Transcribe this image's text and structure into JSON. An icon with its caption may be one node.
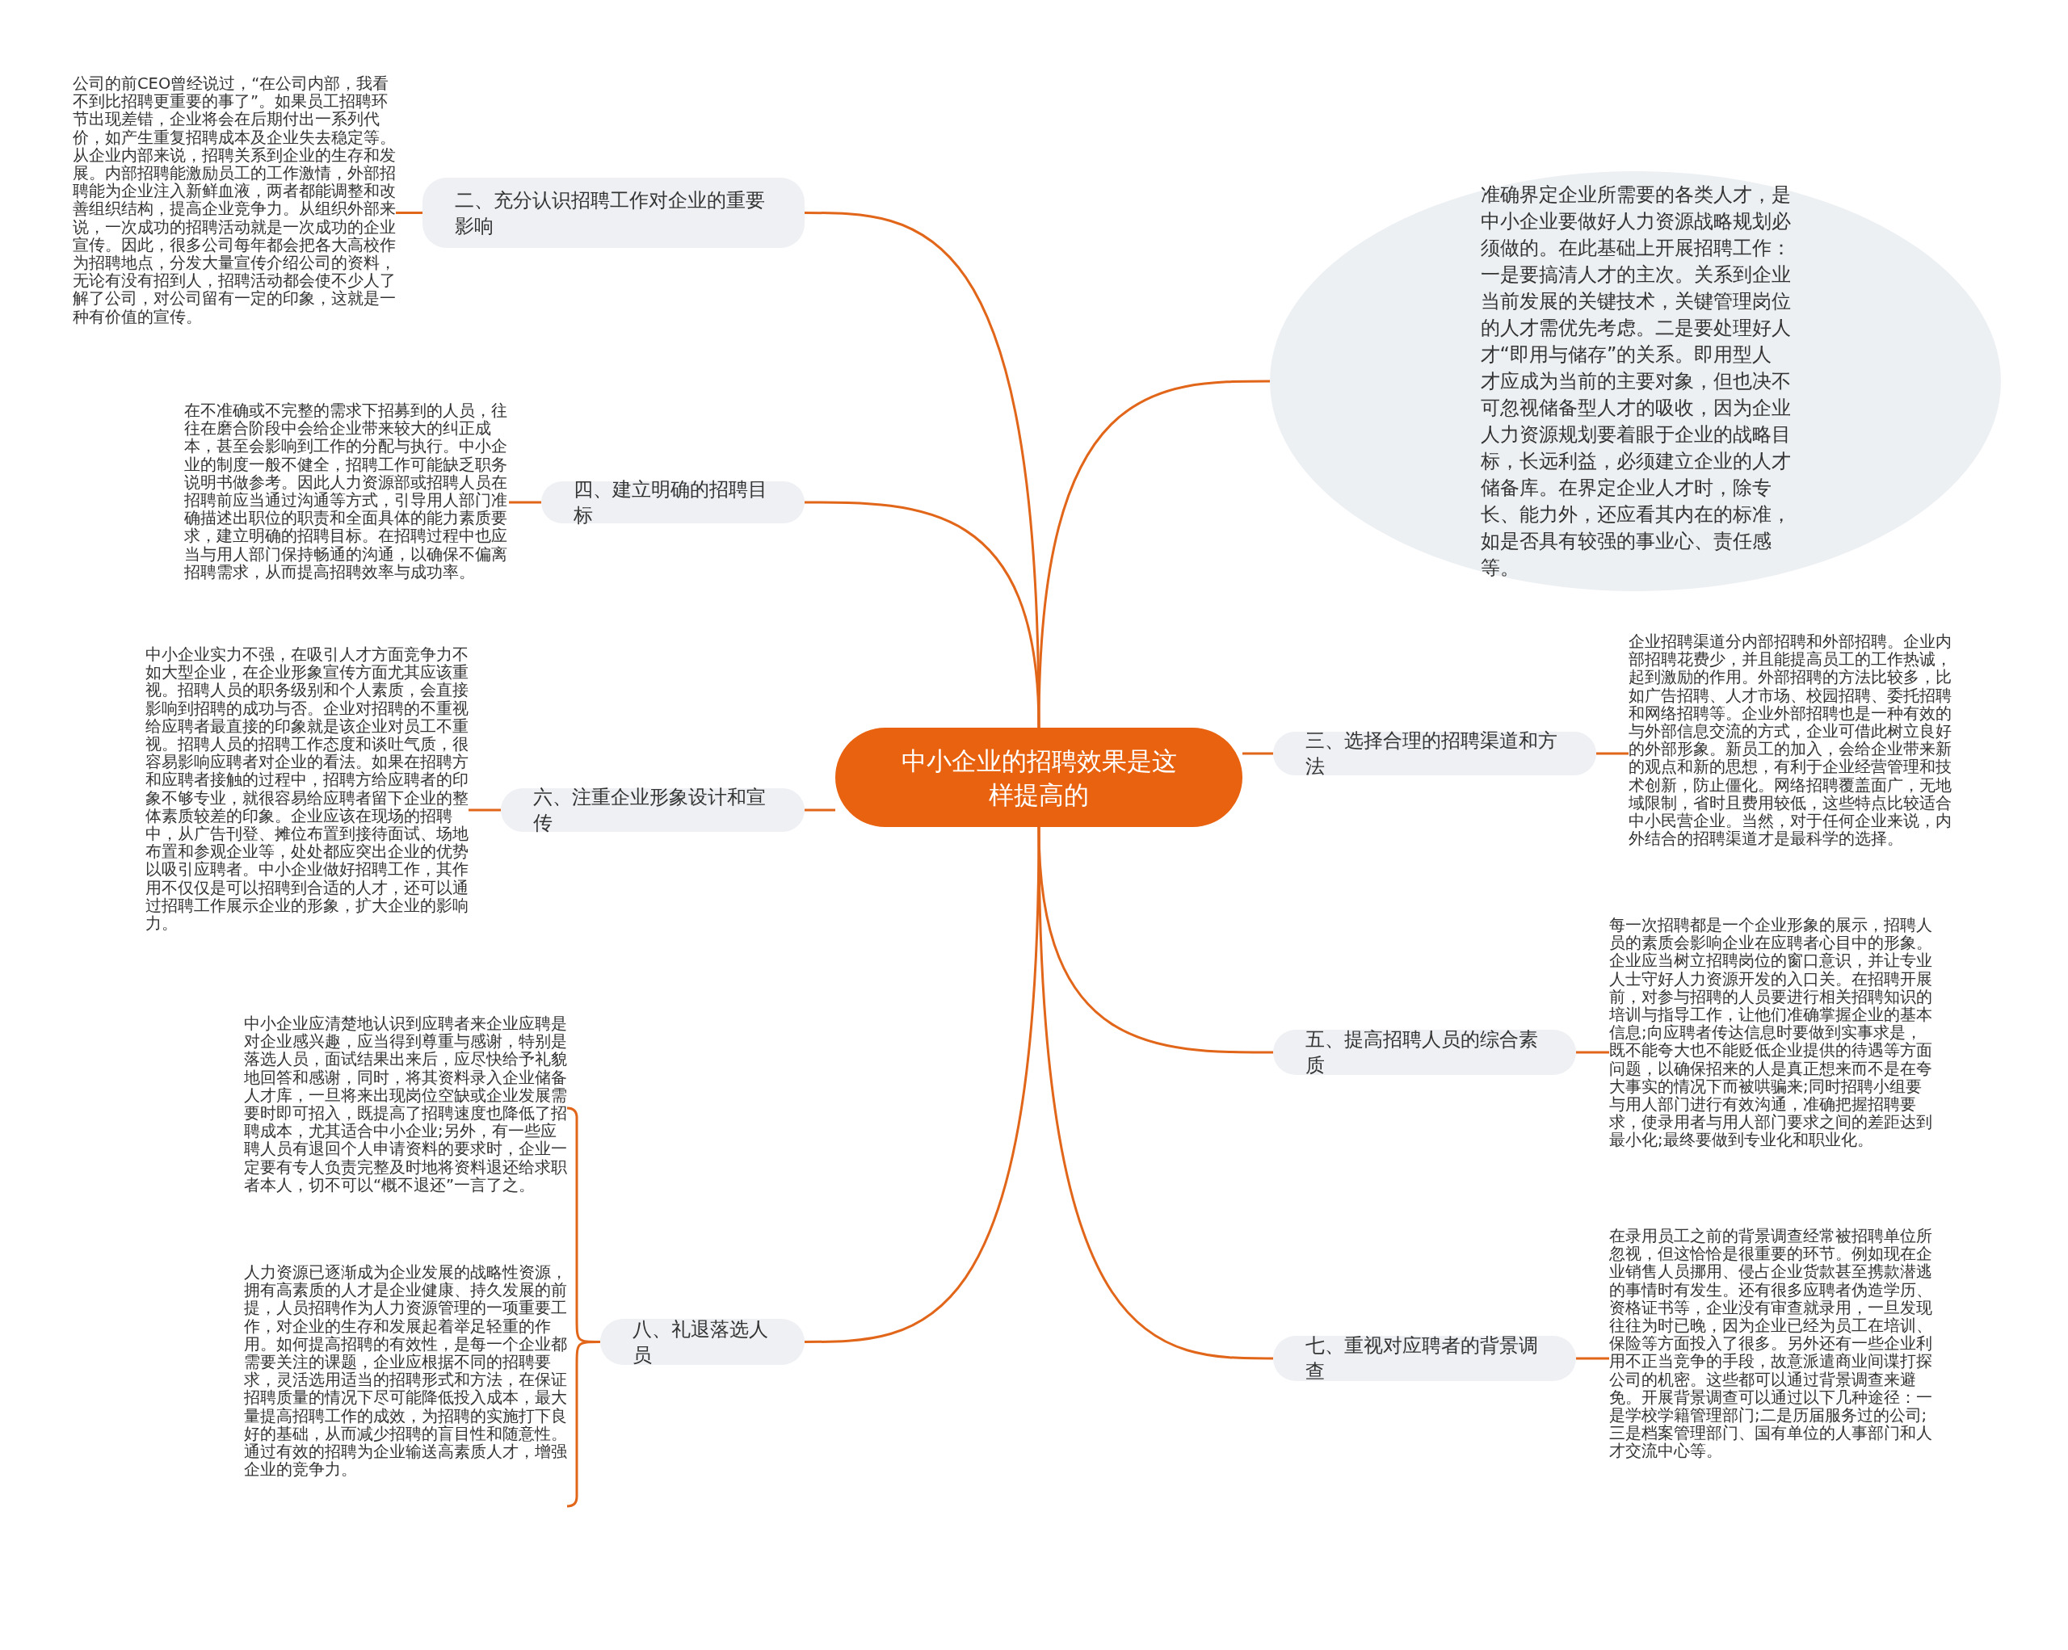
{
  "diagram": {
    "nodes": [
      {
        "text": [
          "中小企业的招聘效果是这样提高的"
        ]
      },
      {
        "text": [
          "二、充分认识招聘工作对企业的重要影响"
        ]
      },
      {
        "text": [
          "公司的前CEO曾经说过，“在公司内部，我看不到比招聘更重要的事了”。如果员工招聘环节出现差错，企业将会在后期付出一系列代价，如产生重复招聘成本及企业失去稳定等。从企业内部来说，招聘关系到企业的生存和发展。内部招聘能激励员工的工作激情，外部招聘能为企业注入新鲜血液，两者都能调整和改善组织结构，提高企业竞争力。从组织外部来说，一次成功的招聘活动就是一次成功的企业宣传。因此，很多公司每年都会把各大高校作为招聘地点，分发大量宣传介绍公司的资料，无论有没有招到人，招聘活动都会使不少人了解了公司，对公司留有一定的印象，这就是一种有价值的宣传。"
        ]
      },
      {
        "text": [
          "准确界定企业所需要的各类人才，是中小企业要做好人力资源战略规划必须做的。在此基础上开展招聘工作：一是要搞清人才的主次。关系到企业当前发展的关键技术，关键管理岗位的人才需优先考虑。二是要处理好人才“即用与储存”的关系。即用型人才应成为当前的主要对象，但也决不可忽视储备型人才的吸收，因为企业人力资源规划要着眼于企业的战略目标，长远利益，必须建立企业的人才储备库。在界定企业人才时，除专长、能力外，还应看其内在的标准，如是否具有较强的事业心、责任感等。"
        ]
      },
      {
        "text": [
          "四、建立明确的招聘目标"
        ]
      },
      {
        "text": [
          "在不准确或不完整的需求下招募到的人员，往往在磨合阶段中会给企业带来较大的纠正成本，甚至会影响到工作的分配与执行。中小企业的制度一般不健全，招聘工作可能缺乏职务说明书做参考。因此人力资源部或招聘人员在招聘前应当通过沟通等方式，引导用人部门准确描述出职位的职责和全面具体的能力素质要求，建立明确的招聘目标。在招聘过程中也应当与用人部门保持畅通的沟通，以确保不偏离招聘需求，从而提高招聘效率与成功率。"
        ]
      },
      {
        "text": [
          "三、选择合理的招聘渠道和方法"
        ]
      },
      {
        "text": [
          "企业招聘渠道分内部招聘和外部招聘。企业内部招聘花费少，并且能提高员工的工作热诚，起到激励的作用。外部招聘的方法比较多，比如广告招聘、人才市场、校园招聘、委托招聘和网络招聘等。企业外部招聘也是一种有效的与外部信息交流的方式，企业可借此树立良好的外部形象。新员工的加入，会给企业带来新的观点和新的思想，有利于企业经营管理和技术创新，防止僵化。网络招聘覆盖面广，无地域限制，省时且费用较低，这些特点比较适合中小民营企业。当然，对于任何企业来说，内外结合的招聘渠道才是最科学的选择。"
        ]
      },
      {
        "text": [
          "六、注重企业形象设计和宣传"
        ]
      },
      {
        "text": [
          "中小企业实力不强，在吸引人才方面竞争力不如大型企业，在企业形象宣传方面尤其应该重视。招聘人员的职务级别和个人素质，会直接影响到招聘的成功与否。企业对招聘的不重视给应聘者最直接的印象就是该企业对员工不重视。招聘人员的招聘工作态度和谈吐气质，很容易影响应聘者对企业的看法。如果在招聘方和应聘者接触的过程中，招聘方给应聘者的印象不够专业，就很容易给应聘者留下企业的整体素质较差的印象。企业应该在现场的招聘中，从广告刊登、摊位布置到接待面试、场地布置和参观企业等，处处都应突出企业的优势以吸引应聘者。中小企业做好招聘工作，其作用不仅仅是可以招聘到合适的人才，还可以通过招聘工作展示企业的形象，扩大企业的影响力。"
        ]
      },
      {
        "text": [
          "五、提高招聘人员的综合素质"
        ]
      },
      {
        "text": [
          "每一次招聘都是一个企业形象的展示，招聘人员的素质会影响企业在应聘者心目中的形象。企业应当树立招聘岗位的窗口意识，并让专业人士守好人力资源开发的入口关。在招聘开展前，对参与招聘的人员要进行相关招聘知识的培训与指导工作，让他们准确掌握企业的基本信息;向应聘者传达信息时要做到实事求是，既不能夸大也不能贬低企业提供的待遇等方面问题，以确保招来的人是真正想来而不是在夸大事实的情况下而被哄骗来;同时招聘小组要与用人部门进行有效沟通，准确把握招聘要求，使录用者与用人部门要求之间的差距达到最小化;最终要做到专业化和职业化。"
        ]
      },
      {
        "text": [
          "八、礼退落选人员"
        ]
      },
      {
        "text": [
          "中小企业应清楚地认识到应聘者来企业应聘是对企业感兴趣，应当得到尊重与感谢，特别是落选人员，面试结果出来后，应尽快给予礼貌地回答和感谢，同时，将其资料录入企业储备人才库，一旦将来出现岗位空缺或企业发展需要时即可招入，既提高了招聘速度也降低了招聘成本，尤其适合中小企业;另外，有一些应聘人员有退回个人申请资料的要求时，企业一定要有专人负责完整及时地将资料退还给求职者本人，切不可以“概不退还”一言了之。"
        ]
      },
      {
        "text": [
          "人力资源已逐渐成为企业发展的战略性资源，拥有高素质的人才是企业健康、持久发展的前提，人员招聘作为人力资源管理的一项重要工作，对企业的生存和发展起着举足轻重的作用。如何提高招聘的有效性，是每一个企业都需要关注的课题，企业应根据不同的招聘要求，灵活选用适当的招聘形式和方法，在保证招聘质量的情况下尽可能降低投入成本，最大量提高招聘工作的成效，为招聘的实施打下良好的基础，从而减少招聘的盲目性和随意性。通过有效的招聘为企业输送高素质人才，增强企业的竞争力。"
        ]
      },
      {
        "text": [
          "七、重视对应聘者的背景调查"
        ]
      },
      {
        "text": [
          "在录用员工之前的背景调查经常被招聘单位所忽视，但这恰恰是很重要的环节。例如现在企业销售人员挪用、侵占企业货款甚至携款潜逃的事情时有发生。还有很多应聘者伪造学历、资格证书等，企业没有审查就录用，一旦发现往往为时已晚，因为企业已经为员工在培训、保险等方面投入了很多。另外还有一些企业利用不正当竞争的手段，故意派遣商业间谍打探公司的机密。这些都可以通过背景调查来避免。开展背景调查可以通过以下几种途径：一是学校学籍管理部门;二是历届服务过的公司;三是档案管理部门、国有单位的人事部门和人才交流中心等。"
        ]
      }
    ],
    "edges": [
      {
        "from": 0,
        "to": 1,
        "arrow": "none"
      },
      {
        "from": 1,
        "to": 2,
        "arrow": "none"
      },
      {
        "from": 0,
        "to": 3,
        "arrow": "none"
      },
      {
        "from": 0,
        "to": 4,
        "arrow": "none"
      },
      {
        "from": 4,
        "to": 5,
        "arrow": "none"
      },
      {
        "from": 0,
        "to": 6,
        "arrow": "none"
      },
      {
        "from": 6,
        "to": 7,
        "arrow": "none"
      },
      {
        "from": 0,
        "to": 8,
        "arrow": "none"
      },
      {
        "from": 8,
        "to": 9,
        "arrow": "none"
      },
      {
        "from": 0,
        "to": 10,
        "arrow": "none"
      },
      {
        "from": 10,
        "to": 11,
        "arrow": "none"
      },
      {
        "from": 0,
        "to": 12,
        "arrow": "none"
      },
      {
        "from": 12,
        "to": 13,
        "arrow": "none"
      },
      {
        "from": 12,
        "to": 14,
        "arrow": "none"
      },
      {
        "from": 0,
        "to": 15,
        "arrow": "none"
      },
      {
        "from": 15,
        "to": 16,
        "arrow": "none"
      }
    ]
  }
}
